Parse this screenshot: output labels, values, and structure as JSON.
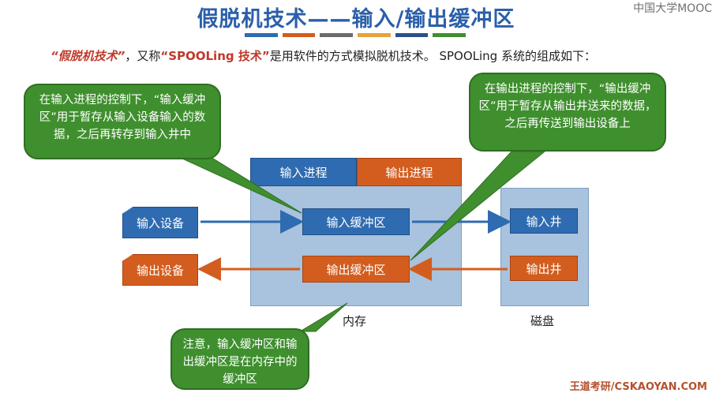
{
  "title": "假脱机技术——输入/输出缓冲区",
  "stripe_colors": [
    "#2f6bb0",
    "#d35d1f",
    "#6b6b6b",
    "#e6a23c",
    "#2b4f8a",
    "#3f8f2e"
  ],
  "intro": {
    "term": "“假脱机技术”",
    "part2": "，又称",
    "term2": "“SPOOLing 技术”",
    "part3": "是用软件的方式模拟脱机技术。 SPOOLing 系统的组成如下："
  },
  "callouts": {
    "input": "在输入进程的控制下，“输入缓冲区”用于暂存从输入设备输入的数据，之后再转存到输入井中",
    "output": "在输出进程的控制下，“输出缓冲区”用于暂存从输出井送来的数据，之后再传送到输出设备上",
    "note": "注意，输入缓冲区和输出缓冲区是在内存中的缓冲区"
  },
  "boxes": {
    "input_process": "输入进程",
    "output_process": "输出进程",
    "input_device": "输入设备",
    "output_device": "输出设备",
    "input_buffer": "输入缓冲区",
    "output_buffer": "输出缓冲区",
    "input_well": "输入井",
    "output_well": "输出井"
  },
  "labels": {
    "memory": "内存",
    "disk": "磁盘"
  },
  "brand": {
    "top": "中国大学MOOC",
    "bottom": "王道考研/CSKAOYAN.COM"
  }
}
